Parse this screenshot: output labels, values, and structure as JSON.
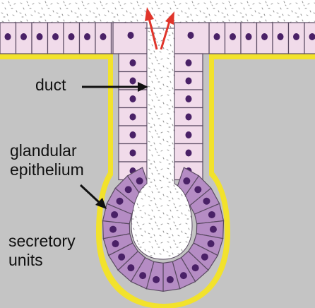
{
  "labels": {
    "duct": "duct",
    "glandular": "glandular",
    "epithelium": "epithelium",
    "secretory": "secretory",
    "units": "units"
  },
  "colors": {
    "background": "#c4c4c4",
    "lumen": "#ffffff",
    "basement_membrane": "#f2e22c",
    "cell_border": "#5a4a62",
    "duct_cell": "#f1dbea",
    "secretory_cell": "#b58cc4",
    "nucleus": "#4a2167",
    "flow_arrow": "#e0352b",
    "label_arrow": "#111111"
  },
  "icons": {
    "flow": "red-secretion-arrows",
    "pointer": "black-pointer-arrow"
  }
}
